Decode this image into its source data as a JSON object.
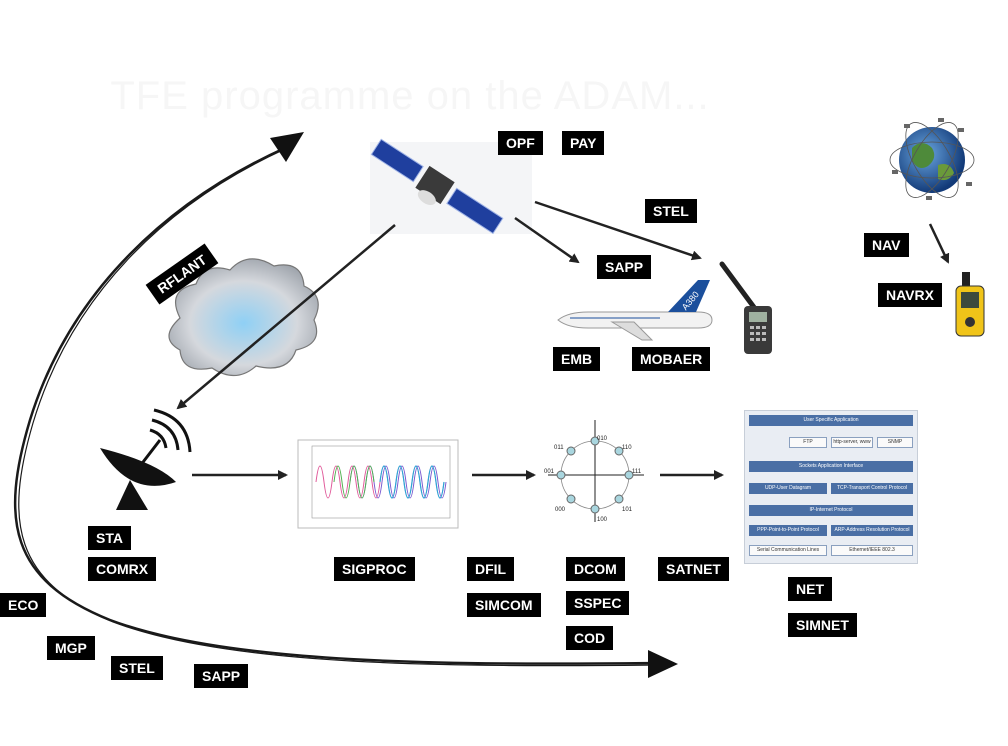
{
  "title": "TFE programme on the ADAM...",
  "labels": {
    "opf": "OPF",
    "pay": "PAY",
    "stel_top": "STEL",
    "sapp_top": "SAPP",
    "rflant": "RFLANT",
    "nav": "NAV",
    "navrx": "NAVRX",
    "emb": "EMB",
    "mobaer": "MOBAER",
    "sta": "STA",
    "comrx": "COMRX",
    "sigproc": "SIGPROC",
    "dfil": "DFIL",
    "simcom": "SIMCOM",
    "dcom": "DCOM",
    "sspec": "SSPEC",
    "cod": "COD",
    "satnet": "SATNET",
    "net": "NET",
    "simnet": "SIMNET",
    "eco": "ECO",
    "mgp": "MGP",
    "stel_bottom": "STEL",
    "sapp_bottom": "SAPP"
  },
  "constellation": {
    "points": [
      {
        "label": "010"
      },
      {
        "label": "110"
      },
      {
        "label": "111"
      },
      {
        "label": "101"
      },
      {
        "label": "100"
      },
      {
        "label": "000"
      },
      {
        "label": "001"
      },
      {
        "label": "011"
      }
    ]
  },
  "protocol_stack": {
    "rows": [
      "User Specific Application",
      "FTP",
      "http-server, www",
      "SNMP",
      "Sockets Application Interface",
      "UDP-User Datagram",
      "TCP-Transport Control Protocol",
      "IP-Internet Protocol",
      "PPP-Point-to-Point Protocol",
      "ARP-Address Resolution Protocol",
      "Serial Communication Lines",
      "Ethernet/IEEE 802.3"
    ]
  },
  "aircraft_text": "A380"
}
